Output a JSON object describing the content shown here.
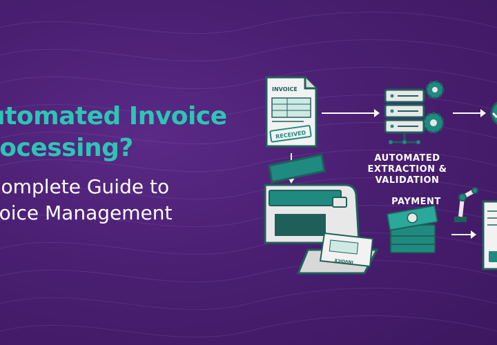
{
  "headline": {
    "line1": "utomated Invoice",
    "line2": "rocessing?",
    "line3": "Complete Guide to",
    "line4": "voice Management"
  },
  "illustration": {
    "invoice_title": "INVOICE",
    "stamp_text": "RECEIVED",
    "server_label_line1": "AUTOMATED",
    "server_label_line2": "EXTRACTION &",
    "server_label_line3": "VALIDATION",
    "payment_label": "PAYMENT",
    "scanner_paper_text": "INVOICE"
  },
  "colors": {
    "background": "#4a1f72",
    "accent": "#2ec4b6",
    "illustration_dark": "#1f5f5a",
    "illustration_teal": "#1f8a80",
    "paper": "#f2f2f2"
  }
}
